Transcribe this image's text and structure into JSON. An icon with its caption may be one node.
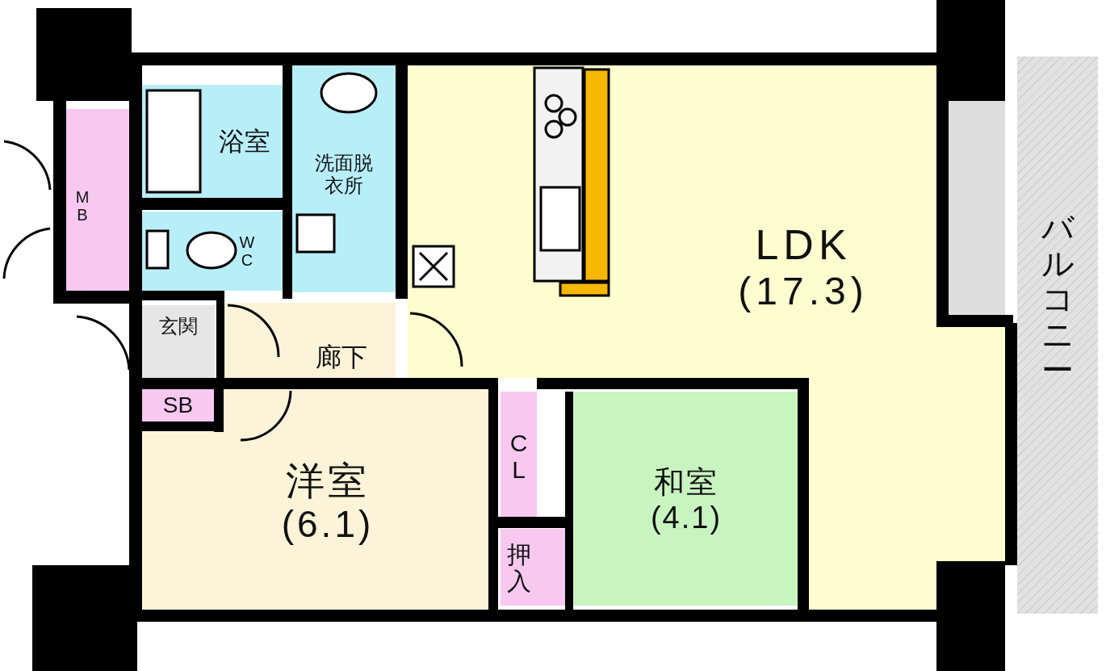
{
  "diagram": {
    "nodes": [
      {
        "text": [
          "浴室"
        ]
      },
      {
        "text": [
          "洗面脱衣所"
        ]
      },
      {
        "text": [
          "LDK",
          "(17.3)"
        ]
      },
      {
        "text": [
          "MB"
        ]
      },
      {
        "text": [
          "WC"
        ]
      },
      {
        "text": [
          "玄関"
        ]
      },
      {
        "text": [
          "廊下"
        ]
      },
      {
        "text": [
          "バルコニー"
        ]
      },
      {
        "text": [
          "SB"
        ]
      },
      {
        "text": [
          "CL"
        ]
      },
      {
        "text": [
          "和室",
          "(4.1)"
        ]
      },
      {
        "text": [
          "洋室",
          "(6.1)"
        ]
      },
      {
        "text": [
          "押入"
        ]
      }
    ]
  }
}
